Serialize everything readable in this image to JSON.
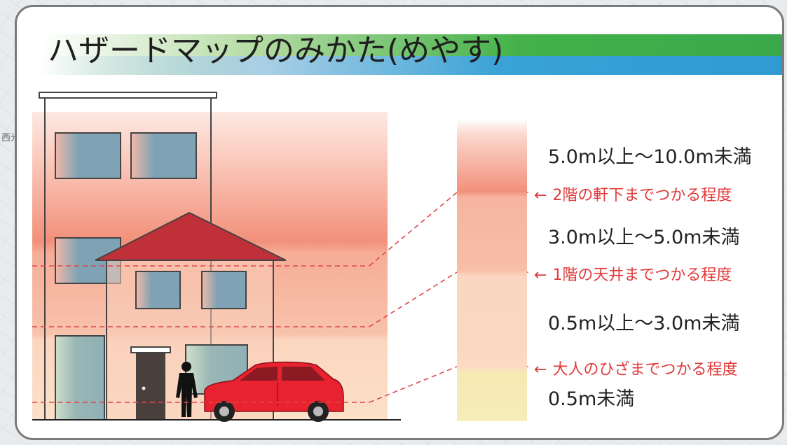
{
  "title": "ハザードマップのみかた(めやす)",
  "map_label": "西光",
  "legend": [
    {
      "label": "5.0m以上〜10.0m未満",
      "color": "#f2907a"
    },
    {
      "label": "3.0m以上〜5.0m未満",
      "color": "#f7bba4"
    },
    {
      "label": "0.5m以上〜3.0m未満",
      "color": "#fad3bb"
    },
    {
      "label": "0.5m未満",
      "color": "#f5eab2"
    }
  ],
  "annotations": [
    {
      "arrow": "←",
      "label": "2階の軒下までつかる程度"
    },
    {
      "arrow": "←",
      "label": "1階の天井までつかる程度"
    },
    {
      "arrow": "←",
      "label": "大人のひざまでつかる程度"
    }
  ],
  "colors": {
    "roof": "#bf3038",
    "car": "#e8222e",
    "annotation_red": "#e03a3a",
    "window": "#7fa3b4",
    "person": "#111111"
  }
}
